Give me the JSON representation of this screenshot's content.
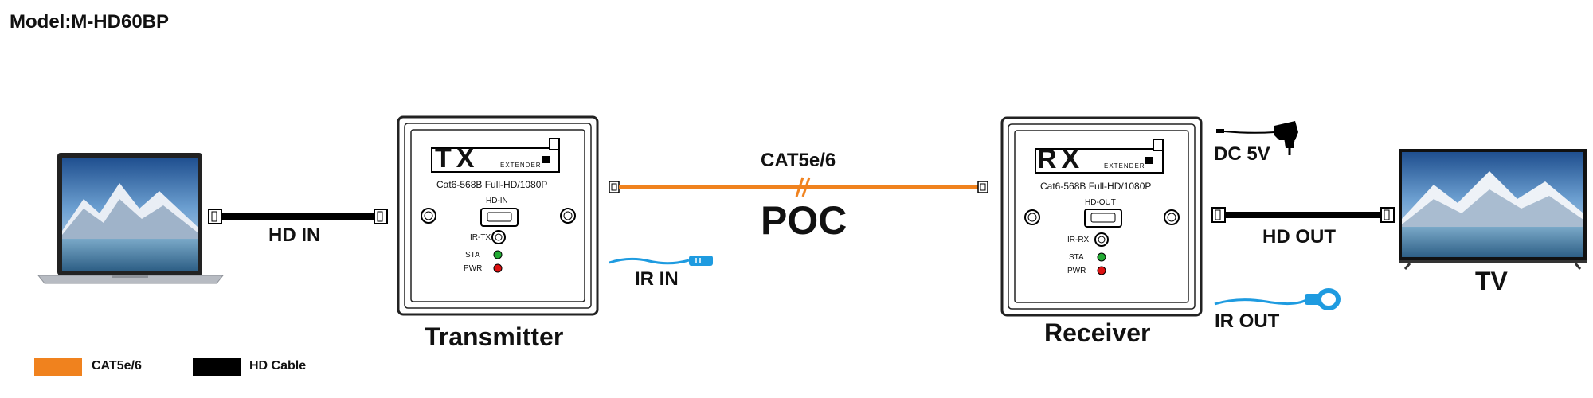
{
  "model": "Model:M-HD60BP",
  "labels": {
    "hd_in": "HD IN",
    "cat": "CAT5e/6",
    "poc": "POC",
    "ir_in": "IR IN",
    "dc": "DC 5V",
    "hd_out": "HD OUT",
    "ir_out": "IR OUT",
    "tv": "TV"
  },
  "transmitter": {
    "caption": "Transmitter",
    "logo": "TX",
    "logo_sub": "EXTENDER",
    "spec": "Cat6-568B  Full-HD/1080P",
    "port": "HD-IN",
    "ir": "IR-TX",
    "sta": "STA",
    "pwr": "PWR"
  },
  "receiver": {
    "caption": "Receiver",
    "logo": "RX",
    "logo_sub": "EXTENDER",
    "spec": "Cat6-568B  Full-HD/1080P",
    "port": "HD-OUT",
    "ir": "IR-RX",
    "sta": "STA",
    "pwr": "PWR"
  },
  "legend": [
    {
      "label": "CAT5e/6",
      "color": "#f0821e"
    },
    {
      "label": "HD Cable",
      "color": "#000000"
    }
  ],
  "colors": {
    "cat_cable": "#f0821e",
    "hd_cable": "#000000",
    "ir_cable": "#1e9be0",
    "sta_led": "#22aa33",
    "pwr_led": "#dd1111"
  }
}
